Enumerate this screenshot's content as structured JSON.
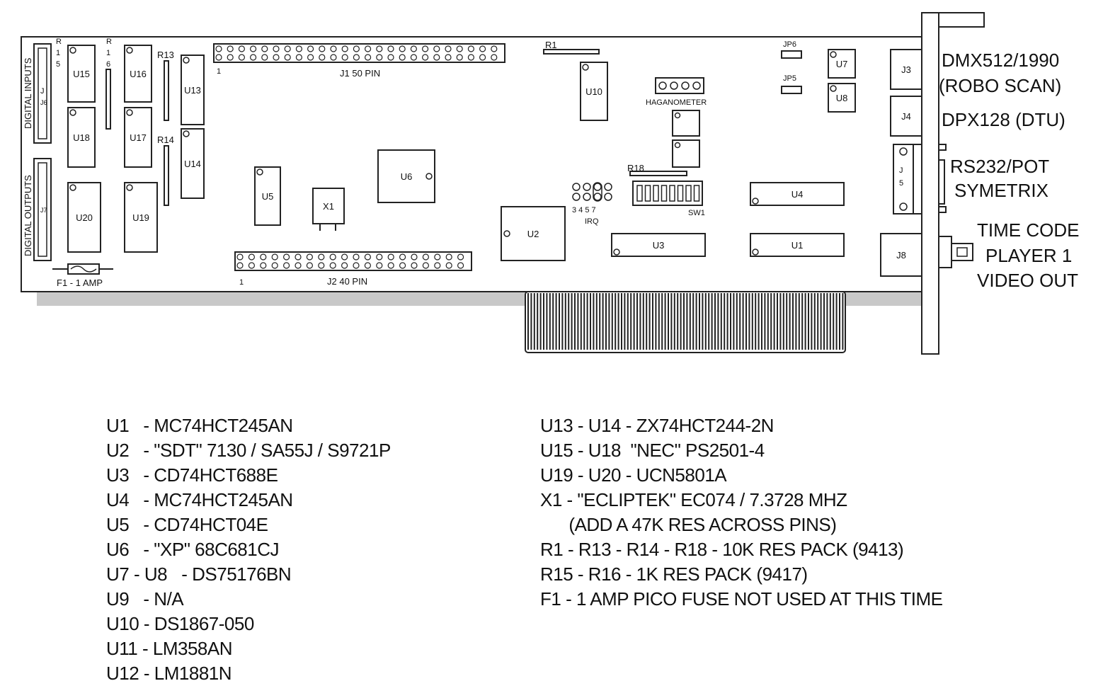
{
  "board": {
    "chips": [
      {
        "id": "u15",
        "label": "U15"
      },
      {
        "id": "u16",
        "label": "U16"
      },
      {
        "id": "u18",
        "label": "U18"
      },
      {
        "id": "u17",
        "label": "U17"
      },
      {
        "id": "u20",
        "label": "U20"
      },
      {
        "id": "u19",
        "label": "U19"
      },
      {
        "id": "u13",
        "label": "U13"
      },
      {
        "id": "u14",
        "label": "U14"
      },
      {
        "id": "u5",
        "label": "U5"
      },
      {
        "id": "x1",
        "label": "X1"
      },
      {
        "id": "u6",
        "label": "U6"
      },
      {
        "id": "u2",
        "label": "U2"
      },
      {
        "id": "u10",
        "label": "U10"
      },
      {
        "id": "u3",
        "label": "U3"
      },
      {
        "id": "u4",
        "label": "U4"
      },
      {
        "id": "u1",
        "label": "U1"
      },
      {
        "id": "u7",
        "label": "U7"
      },
      {
        "id": "u8",
        "label": "U8"
      },
      {
        "id": "j3",
        "label": "J3"
      },
      {
        "id": "j4",
        "label": "J4"
      },
      {
        "id": "j8",
        "label": "J8"
      }
    ],
    "labels": {
      "digital_inputs": "DIGITAL INPUTS",
      "digital_outputs": "DIGITAL OUTPUTS",
      "j6": "J6",
      "j7": "J7",
      "r15_r": "R",
      "r15_1": "1",
      "r15_5": "5",
      "r16_r": "R",
      "r16_1": "1",
      "r16_6": "6",
      "r13": "R13",
      "r14": "R14",
      "r1": "R1",
      "r18": "R18",
      "j1": "J1 50 PIN",
      "j1_pin1": "1",
      "j2": "J2 40 PIN",
      "j2_pin1": "1",
      "fuse": "F1 - 1 AMP",
      "jp6": "JP6",
      "jp5": "JP5",
      "haganometer": "HAGANOMETER",
      "sw1": "SW1",
      "irq_nums": "3 4 5 7",
      "irq": "IRQ",
      "j5_j": "J",
      "j5_5": "5"
    },
    "connectors": {
      "dmx1": "DMX512/1990",
      "dmx2": "(ROBO SCAN)",
      "dpx": "DPX128 (DTU)",
      "rs232": "RS232/POT",
      "symetrix": "SYMETRIX",
      "tc1": "TIME CODE",
      "tc2": "PLAYER 1",
      "tc3": "VIDEO OUT"
    }
  },
  "legend": {
    "left": [
      "U1   - MC74HCT245AN",
      "U2   - \"SDT\" 7130 / SA55J / S9721P",
      "U3   - CD74HCT688E",
      "U4   - MC74HCT245AN",
      "U5   - CD74HCT04E",
      "U6   - \"XP\" 68C681CJ",
      "U7 - U8   - DS75176BN",
      "U9   - N/A",
      "U10 - DS1867-050",
      "U11 - LM358AN",
      "U12 - LM1881N"
    ],
    "right": [
      "U13 - U14 - ZX74HCT244-2N",
      "U15 - U18  \"NEC\" PS2501-4",
      "U19 - U20 - UCN5801A",
      "X1 - \"ECLIPTEK\" EC074 / 7.3728 MHZ",
      "      (ADD A 47K RES ACROSS PINS)",
      "R1 - R13 - R14 - R18 - 10K RES PACK (9413)",
      "R15 - R16 - 1K RES PACK (9417)",
      "F1 - 1 AMP PICO FUSE NOT USED AT THIS TIME"
    ]
  }
}
